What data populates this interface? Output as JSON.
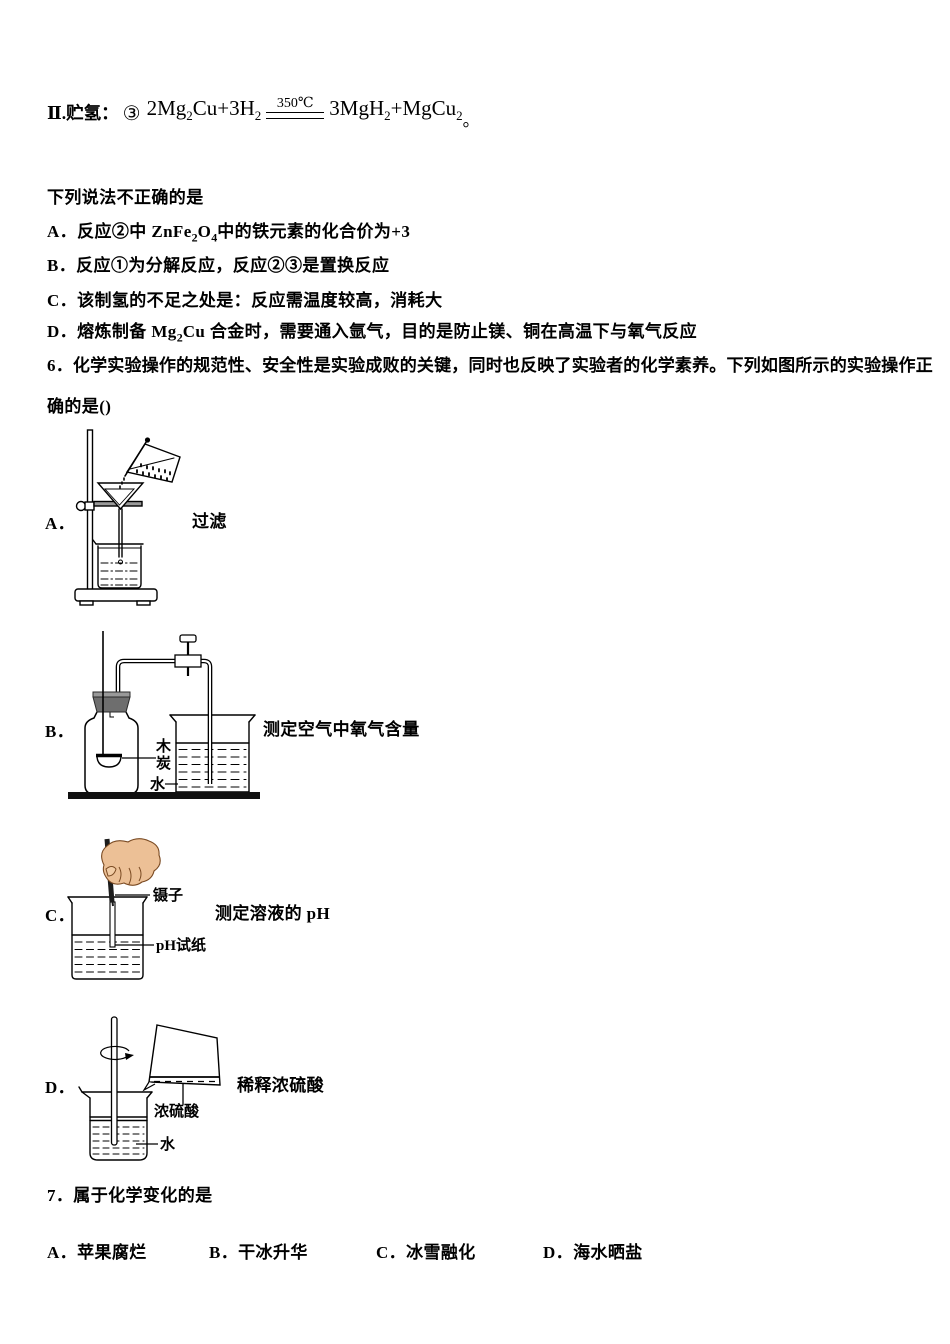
{
  "equation": {
    "prefix": "Ⅱ.贮氢：",
    "number": "③",
    "lhs_a": "2Mg",
    "lhs_a_sub": "2",
    "lhs_b": "Cu+3H",
    "lhs_b_sub": "2",
    "condition": "350℃",
    "rhs_a": "3MgH",
    "rhs_a_sub": "2",
    "rhs_b": "+MgCu",
    "rhs_b_sub": "2",
    "period": "。"
  },
  "q5": {
    "stem": "下列说法不正确的是",
    "option_a": {
      "pre": "A．反应②中 ZnFe",
      "sub1": "2",
      "mid": "O",
      "sub2": "4",
      "post": "中的铁元素的化合价为+3"
    },
    "option_b": "B．反应①为分解反应，反应②③是置换反应",
    "option_c": "C．该制氢的不足之处是：反应需温度较高，消耗大",
    "option_d": {
      "pre": "D．熔炼制备 Mg",
      "sub": "2",
      "post": "Cu 合金时，需要通入氩气，目的是防止镁、铜在高温下与氧气反应"
    }
  },
  "q6": {
    "line1": "6．化学实验操作的规范性、安全性是实验成败的关键，同时也反映了实验者的化学素养。下列如图所示的实验操作正",
    "line2": "确的是()",
    "items": [
      {
        "label": "A．",
        "caption": "过滤",
        "annotations": {}
      },
      {
        "label": "B．",
        "caption": "测定空气中氧气含量",
        "annotations": {
          "charcoal": "木炭",
          "water": "水"
        }
      },
      {
        "label": "C．",
        "caption": "测定溶液的 pH",
        "annotations": {
          "tweezers": "镊子",
          "ph_paper": "pH试纸"
        }
      },
      {
        "label": "D．",
        "caption": "稀释浓硫酸",
        "annotations": {
          "acid": "浓硫酸",
          "water": "水"
        }
      }
    ]
  },
  "q7": {
    "stem": "7．属于化学变化的是",
    "options": [
      "A．苹果腐烂",
      "B．干冰升华",
      "C．冰雪融化",
      "D．海水晒盐"
    ]
  },
  "colors": {
    "ink": "#000000",
    "cap_gray": "#6e6e6e",
    "hand_skin": "#ecc096",
    "base_black": "#111111"
  }
}
